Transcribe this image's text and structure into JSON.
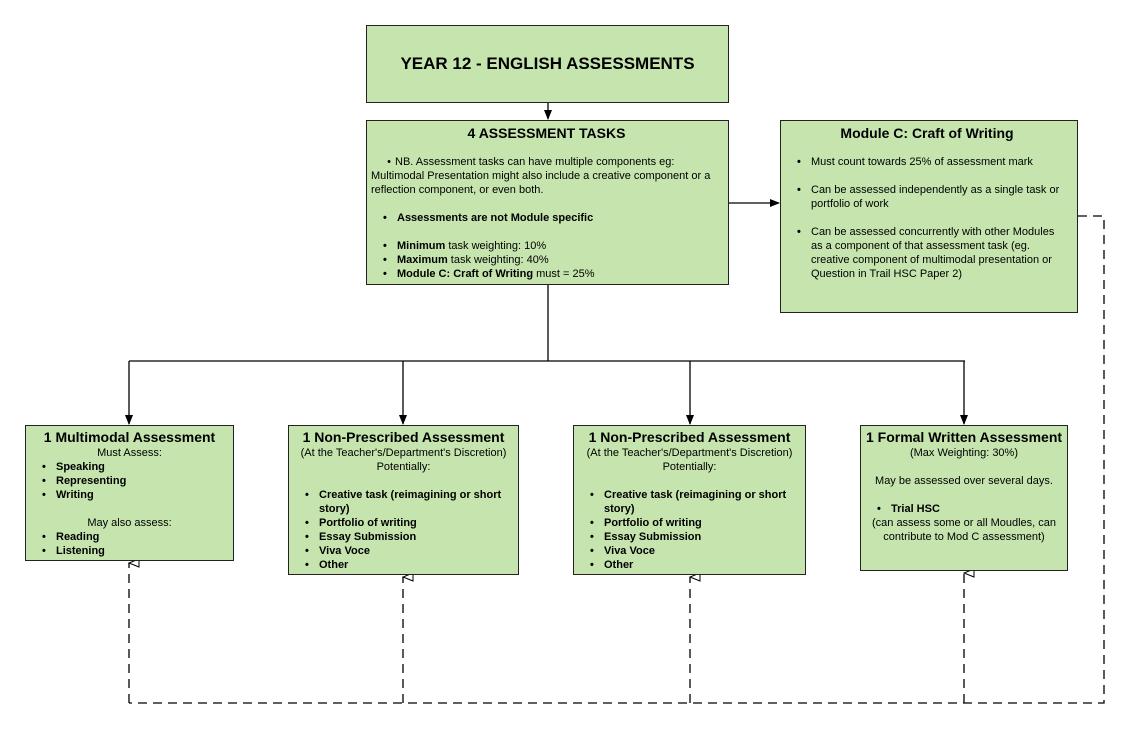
{
  "main": {
    "title": "YEAR 12 - ENGLISH ASSESSMENTS"
  },
  "tasks": {
    "title": "4 ASSESSMENT TASKS",
    "nb": "NB. Assessment tasks can have multiple components eg: Multimodal Presentation might also include a creative component or a reflection component, or even both.",
    "not_module_specific": "Assessments are not Module specific",
    "min_bold": "Minimum",
    "min_rest": " task weighting: 10%",
    "max_bold": "Maximum",
    "max_rest": " task weighting: 40%",
    "modc_bold": "Module C: Craft of Writing",
    "modc_rest": " must = 25%"
  },
  "modc": {
    "title": "Module C: Craft of Writing",
    "points": [
      "Must count towards 25% of assessment mark",
      "Can be assessed independently as a single task or portfolio of work",
      "Can be assessed concurrently with other Modules as a component of that assessment task (eg. creative component of multimodal presentation or Question in Trail HSC Paper 2)"
    ]
  },
  "multimodal": {
    "title": "1 Multimodal Assessment",
    "must_label": "Must Assess:",
    "must_items": [
      "Speaking",
      "Representing",
      "Writing"
    ],
    "also_label": "May also assess:",
    "also_items": [
      "Reading",
      "Listening"
    ]
  },
  "nonpres1": {
    "title": "1 Non-Prescribed Assessment",
    "subtitle": "(At the Teacher's/Department's Discretion)",
    "potential": "Potentially:",
    "items": [
      "Creative task (reimagining or short story)",
      "Portfolio of writing",
      "Essay Submission",
      "Viva Voce",
      "Other"
    ]
  },
  "nonpres2": {
    "title": "1 Non-Prescribed Assessment",
    "subtitle": "(At the Teacher's/Department's Discretion)",
    "potential": "Potentially:",
    "items": [
      "Creative task (reimagining or short story)",
      "Portfolio of writing",
      "Essay Submission",
      "Viva Voce",
      "Other"
    ]
  },
  "formal": {
    "title": "1 Formal Written Assessment",
    "subtitle": "(Max Weighting: 30%)",
    "days": "May be assessed over several days.",
    "item": "Trial HSC",
    "note": "(can assess some or all Moudles, can contribute to Mod C assessment)"
  },
  "colors": {
    "box_fill": "#c6e5ae",
    "border": "#222222",
    "line": "#000000"
  }
}
